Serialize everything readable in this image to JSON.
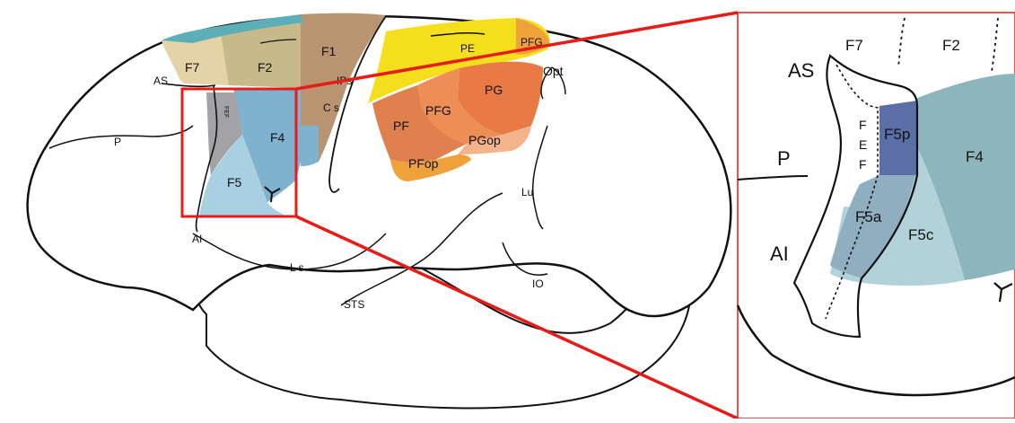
{
  "colors": {
    "F7": "#e3d3a6",
    "F2": "#c6b98a",
    "F1": "#b99470",
    "teal_strip": "#5cafb6",
    "F4": "#7eb2cf",
    "F5": "#a9d0e0",
    "FEF": "#a3a3a7",
    "PE": "#f5df1c",
    "PFG": "#ec8e55",
    "PG": "#e97a45",
    "PF": "#e0804f",
    "PGop": "#f3b48b",
    "PFop": "#f0a23a",
    "zoom_F4": "#8cb5bc",
    "zoom_F5c": "#b2d2da",
    "zoom_F5a": "#8faec0",
    "zoom_F5p": "#5b6ea7",
    "highlight": "#e51c17"
  },
  "labels": {
    "F7": "F7",
    "F2": "F2",
    "F1": "F1",
    "PE": "PE",
    "PFG_top": "PFG",
    "Opt": "Opt",
    "AS": "AS",
    "IPs": "IPs",
    "Cs": "C s",
    "PG": "PG",
    "PFG": "PFG",
    "PF": "PF",
    "F4": "F4",
    "P": "P",
    "PGop": "PGop",
    "PFop": "PFop",
    "F5": "F5",
    "Lu": "Lu",
    "AI": "AI",
    "Ls": "L s",
    "IO": "IO",
    "STS": "STS",
    "FEF_vertical": "FEF",
    "zoom_F7": "F7",
    "zoom_F2": "F2",
    "zoom_AS": "AS",
    "zoom_F5p": "F5p",
    "zoom_F4": "F4",
    "zoom_P": "P",
    "zoom_FEF": [
      "F",
      "E",
      "F"
    ],
    "zoom_F5a": "F5a",
    "zoom_F5c": "F5c",
    "zoom_AI": "AI"
  }
}
